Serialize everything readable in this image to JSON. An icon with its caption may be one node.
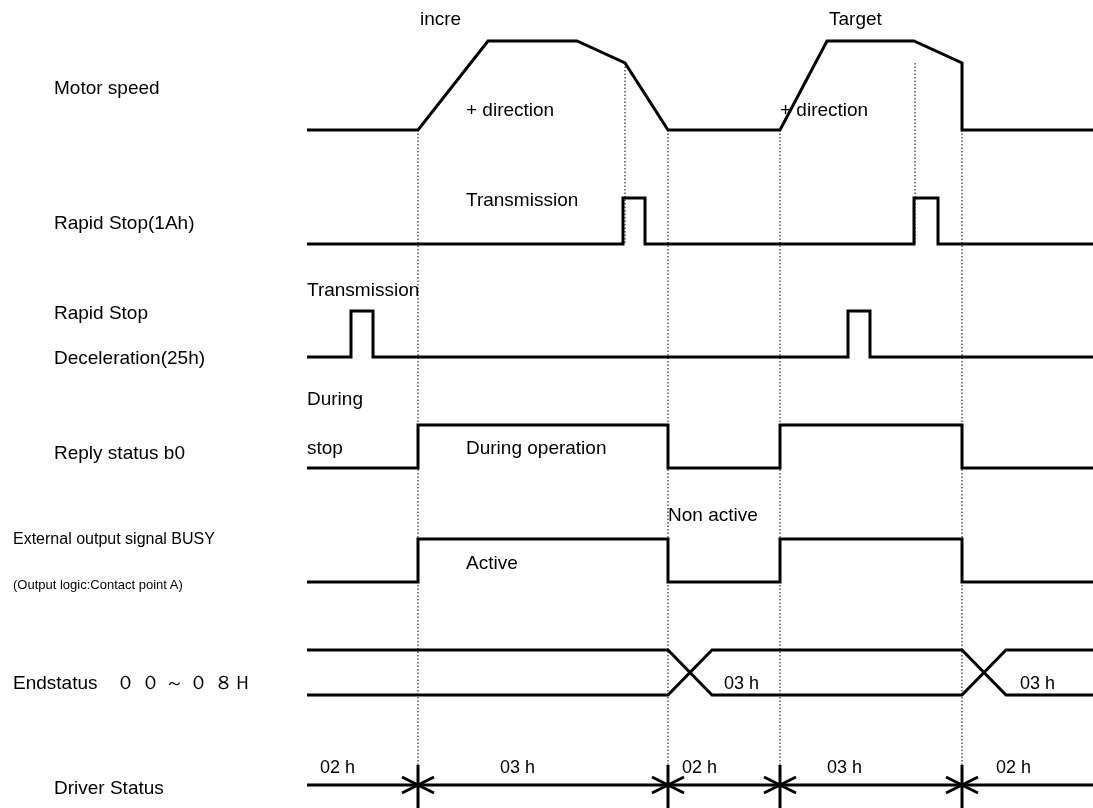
{
  "diagram": {
    "labels": [
      "incre",
      "Target",
      "Motor speed",
      "+ direction",
      "+ direction",
      "Transmission",
      "Rapid Stop(1Ah)",
      "Transmission",
      "Rapid Stop",
      "Deceleration(25h)",
      "During",
      "Reply status b0",
      "stop",
      "During operation",
      "Non active",
      "External output signal BUSY",
      "Active",
      "(Output logic:Contact point A)",
      "Endstatus　０ ０ ～ ０ ８Ｈ",
      "03 h",
      "03 h",
      "02 h",
      "03 h",
      "02 h",
      "03 h",
      "02 h",
      "Driver Status"
    ]
  }
}
